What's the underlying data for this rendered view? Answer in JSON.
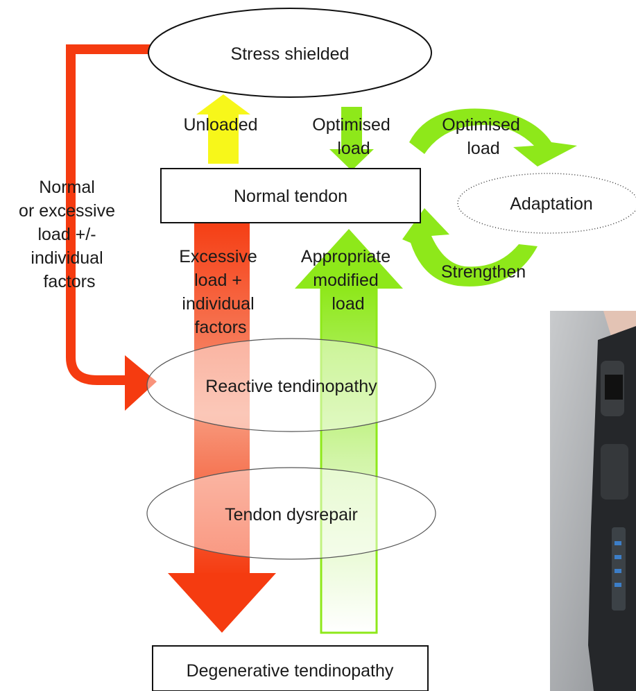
{
  "nodes": {
    "stress_shielded": "Stress shielded",
    "normal_tendon": "Normal tendon",
    "adaptation": "Adaptation",
    "reactive": "Reactive tendinopathy",
    "dysrepair": "Tendon dysrepair",
    "degenerative": "Degenerative tendinopathy"
  },
  "edges": {
    "unloaded": "Unloaded",
    "optimised_load_1": [
      "Optimised",
      "load"
    ],
    "optimised_load_2": [
      "Optimised",
      "load"
    ],
    "strengthen": "Strengthen",
    "normal_or_excessive": [
      "Normal",
      "or excessive",
      "load +/-",
      "individual",
      "factors"
    ],
    "excessive": [
      "Excessive",
      "load +",
      "individual",
      "factors"
    ],
    "appropriate": [
      "Appropriate",
      "modified",
      "load"
    ]
  },
  "colors": {
    "red": "#f53b10",
    "yellow": "#f7f71a",
    "green": "#8ee81a"
  },
  "photo": "walking boot / orthopaedic brace (partial photo)"
}
